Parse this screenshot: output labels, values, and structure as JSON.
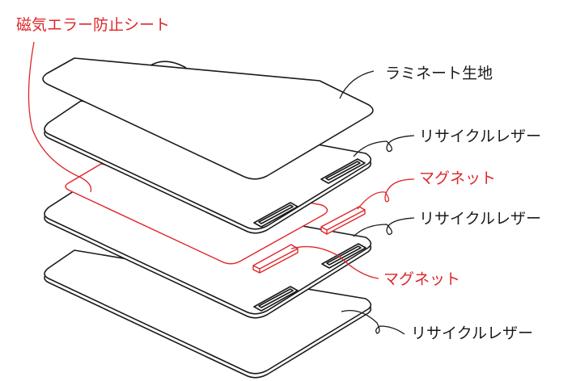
{
  "title": "カードケース 分解図",
  "colors": {
    "line": "#1a1a1a",
    "accent": "#e0262a"
  },
  "labels": {
    "magnetic_sheet": "磁気エラー防止シート",
    "laminate": "ラミネート生地",
    "leather_1": "リサイクルレザー",
    "magnet_1": "マグネット",
    "leather_2": "リサイクルレザー",
    "magnet_2": "マグネット",
    "leather_3": "リサイクルレザー"
  }
}
